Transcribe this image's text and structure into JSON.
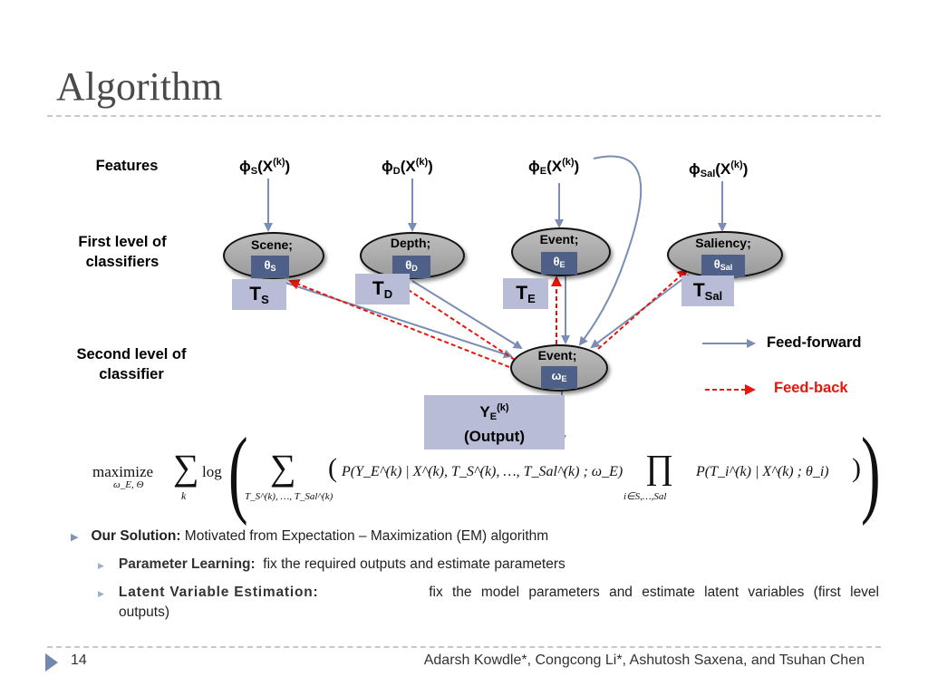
{
  "slide": {
    "title": "Algorithm",
    "page_number": "14",
    "authors": "Adarsh Kowdle*, Congcong Li*, Ashutosh Saxena, and Tsuhan Chen"
  },
  "diagram": {
    "row_labels": {
      "features": "Features",
      "first_level": "First level of classifiers",
      "second_level": "Second level of classifier"
    },
    "features": [
      {
        "phi": "ϕ",
        "sub": "S",
        "arg": "(X",
        "sup": "(k)",
        "close": ")"
      },
      {
        "phi": "ϕ",
        "sub": "D",
        "arg": "(X",
        "sup": "(k)",
        "close": ")"
      },
      {
        "phi": "ϕ",
        "sub": "E",
        "arg": "(X",
        "sup": "(k)",
        "close": ")"
      },
      {
        "phi": "ϕ",
        "sub": "Sal",
        "arg": "(X",
        "sup": "(k)",
        "close": ")"
      }
    ],
    "first_level_nodes": [
      {
        "label": "Scene;",
        "theta": "θ",
        "theta_sub": "S",
        "t": "T",
        "t_sub": "S"
      },
      {
        "label": "Depth;",
        "theta": "θ",
        "theta_sub": "D",
        "t": "T",
        "t_sub": "D"
      },
      {
        "label": "Event;",
        "theta": "θ",
        "theta_sub": "E",
        "t": "T",
        "t_sub": "E"
      },
      {
        "label": "Saliency;",
        "theta": "θ",
        "theta_sub": "Sal",
        "t": "T",
        "t_sub": "Sal"
      }
    ],
    "second_level_node": {
      "label": "Event;",
      "omega": "ω",
      "omega_sub": "E"
    },
    "output": {
      "y": "Y",
      "y_sub": "E",
      "y_sup": "(k)",
      "text": "(Output)"
    },
    "legend": {
      "feed_forward": "Feed-forward",
      "feed_back": "Feed-back"
    },
    "colors": {
      "feed_forward": "#7a8db5",
      "feed_back": "#e8150c",
      "node_fill": "#a8a8a8",
      "theta_fill": "#4e5f88",
      "t_box": "#b8bcd6"
    }
  },
  "equation": {
    "maximize": "maximize",
    "maximize_sub": "ω_E, Θ",
    "sum_k": "k",
    "log": "log",
    "inner_sum_sub": "T_S^(k), …, T_Sal^(k)",
    "P1": "P(Y_E^(k) | X^(k), T_S^(k), …, T_Sal^(k) ; ω_E)",
    "prod_sub": "i∈S,…,Sal",
    "P2": "P(T_i^(k) | X^(k) ; θ_i)"
  },
  "bullets": {
    "b1_bold": "Our Solution:",
    "b1_text": " Motivated from Expectation – Maximization (EM) algorithm",
    "b2_bold": "Parameter Learning:",
    "b2_text": "fix the required outputs and estimate parameters",
    "b3_bold": "Latent Variable Estimation:",
    "b3_text_line1": "fix the model parameters and estimate latent variables (first level",
    "b3_text_line2": "outputs)"
  }
}
